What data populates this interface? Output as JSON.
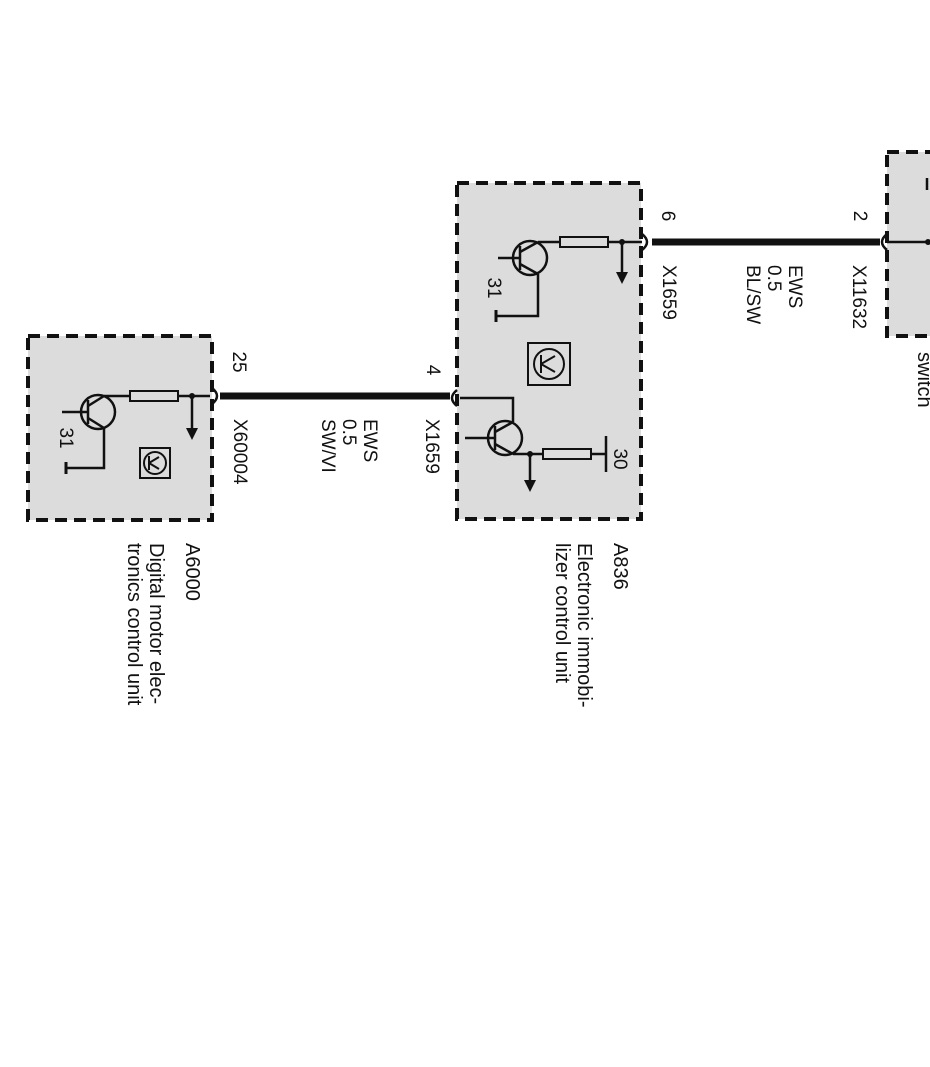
{
  "units": {
    "a6000": {
      "id": "A6000",
      "name_line1": "Digital motor elec-",
      "name_line2": "tronics control unit",
      "ground": "31",
      "pin": "25",
      "connector": "X60004"
    },
    "a836": {
      "id": "A836",
      "name_line1": "Electronic immobi-",
      "name_line2": "lizer control unit",
      "ground": "31",
      "supply": "30",
      "pin_top": "6",
      "connector_top": "X1659",
      "pin_bottom": "4",
      "connector_bottom": "X1659"
    },
    "switch_unit": {
      "pin": "2",
      "connector": "X11632",
      "partial_label": "switch"
    }
  },
  "wires": {
    "wire_a6000_a836": {
      "signal": "EWS",
      "size": "0.5",
      "color": "SW/VI"
    },
    "wire_a836_switch": {
      "signal": "EWS",
      "size": "0.5",
      "color": "BL/SW"
    }
  },
  "colors": {
    "box_fill": "#dcdcdc",
    "line": "#111111",
    "background": "#ffffff"
  }
}
